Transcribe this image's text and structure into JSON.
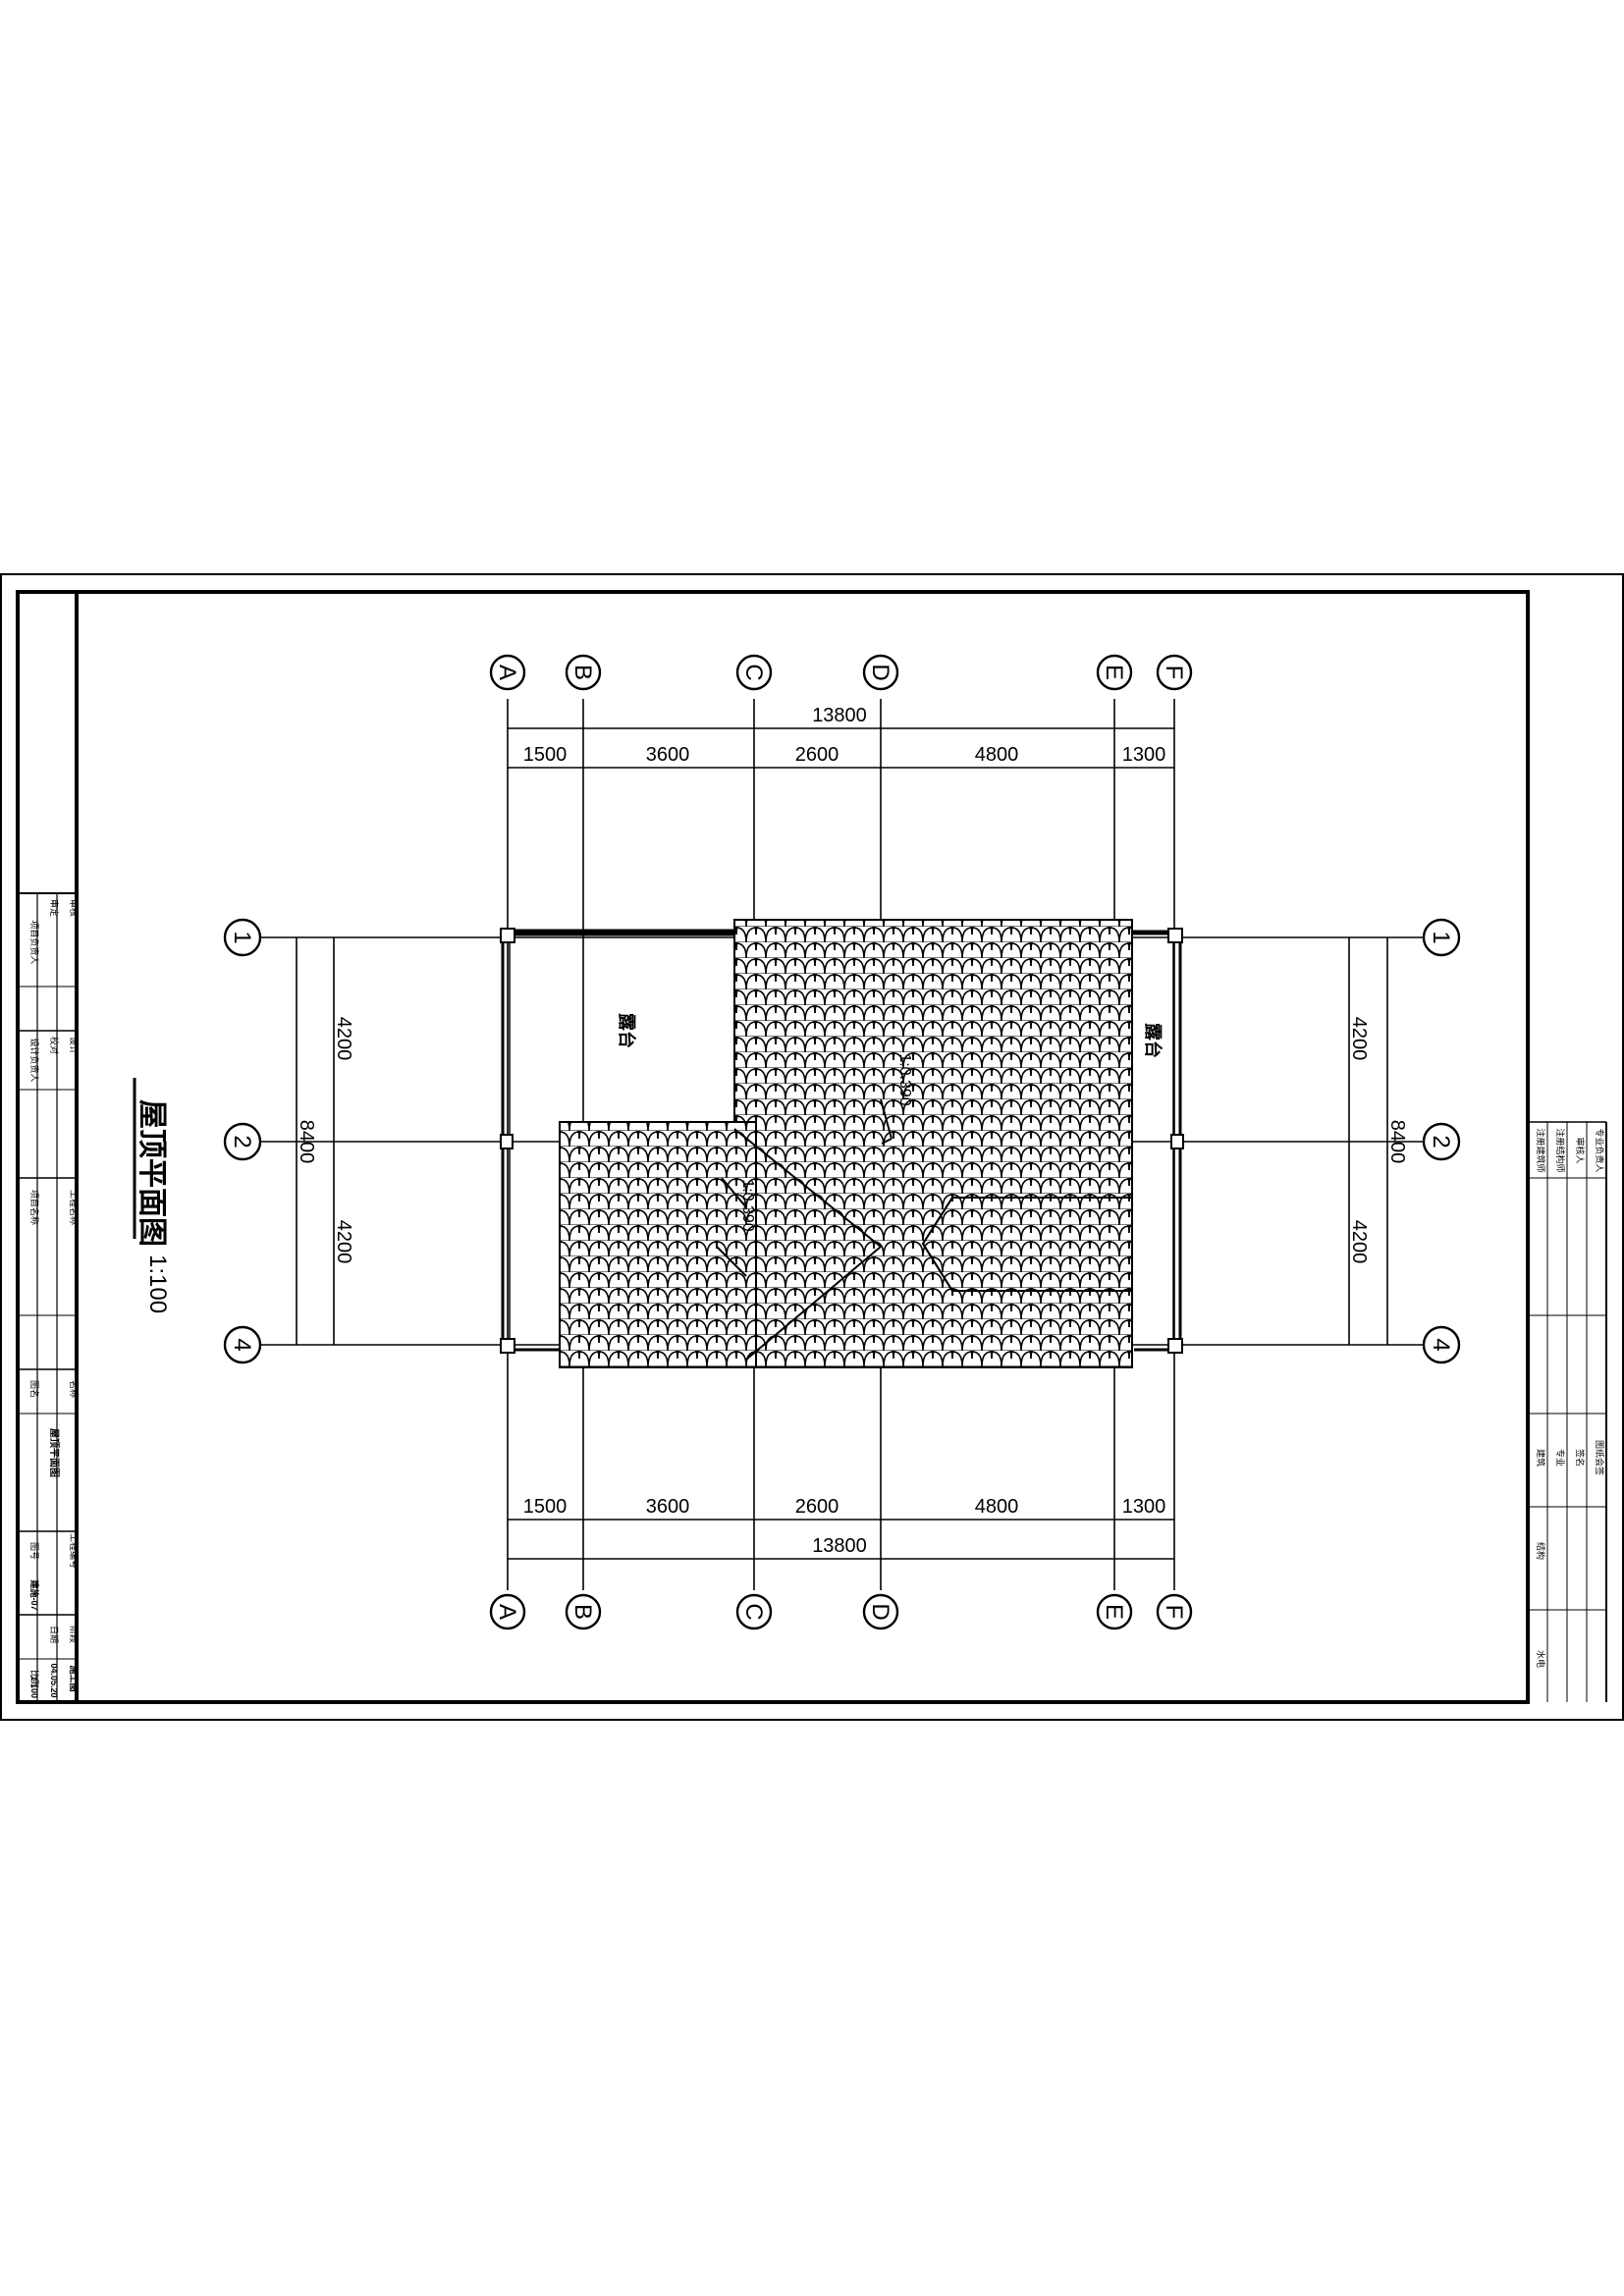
{
  "drawing": {
    "title": "屋顶平面图",
    "scale": "1:100",
    "terrace_label_left": "露台",
    "terrace_label_right": "露台",
    "slope_1": "1:0.390",
    "slope_2": "1:0.390"
  },
  "grid_columns": [
    "A",
    "B",
    "C",
    "D",
    "E",
    "F"
  ],
  "grid_rows": [
    "1",
    "2",
    "4"
  ],
  "dims_horizontal": {
    "segments": [
      "1500",
      "3600",
      "2600",
      "4800",
      "1300"
    ],
    "total": "13800"
  },
  "dims_vertical": {
    "segments": [
      "4200",
      "4200"
    ],
    "total": "8400"
  },
  "title_block_left": {
    "r1": "项目负责人",
    "r1b": "审定",
    "r1c": "审核",
    "r2": "设计负责人",
    "r2b": "校对",
    "r2c": "设计",
    "r3": "项目名称",
    "r3b": "工程名称",
    "r4": "图名",
    "r4b": "名称",
    "r5": "屋顶平面图",
    "r6a": "图号",
    "r6b": "工程编号",
    "r7a": "日期",
    "r7b": "阶段",
    "r7c": "比例",
    "v_number": "建施-07",
    "v_stage": "施工图",
    "v_date": "04.05.20",
    "v_scale": "1:100"
  },
  "title_block_right": {
    "a": "注册建筑师",
    "b": "注册结构师",
    "c": "审核人",
    "d": "专业负责人",
    "e": "专业",
    "f": "签名",
    "g": "图纸会签",
    "h": "建筑",
    "i": "结构",
    "j": "水电"
  }
}
